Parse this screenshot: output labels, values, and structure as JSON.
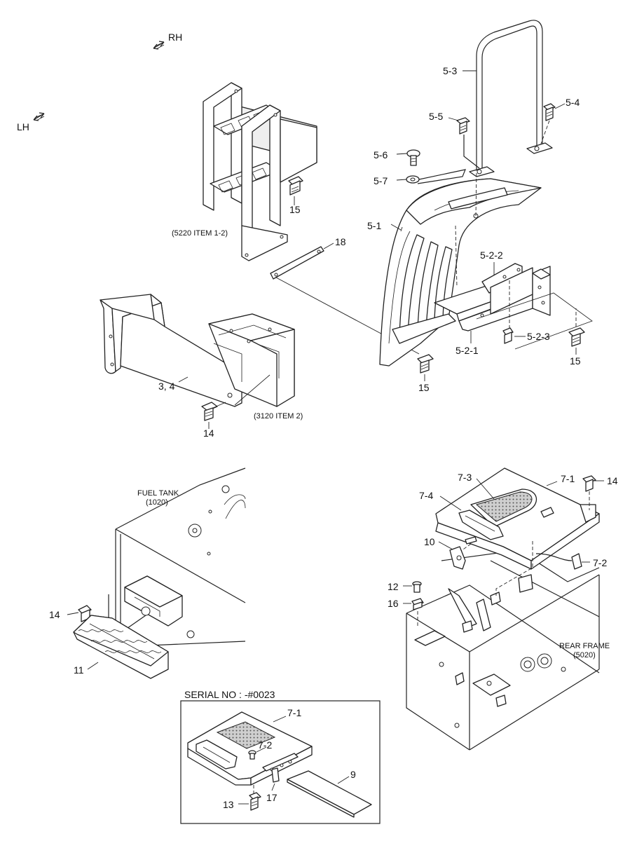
{
  "directions": {
    "rh": "RH",
    "lh": "LH"
  },
  "notes": {
    "ref_5220": "(5220 ITEM 1-2)",
    "ref_3120": "(3120 ITEM 2)",
    "fuel_tank_1": "FUEL TANK",
    "fuel_tank_2": "(1020)",
    "rear_frame_1": "REAR FRAME",
    "rear_frame_2": "(5020)"
  },
  "inset": {
    "header": "SERIAL NO : -#0023"
  },
  "callouts": {
    "c_5_3": "5-3",
    "c_5_4": "5-4",
    "c_5_5": "5-5",
    "c_5_6": "5-6",
    "c_5_7": "5-7",
    "c_5_1": "5-1",
    "c_5_2_2": "5-2-2",
    "c_5_2_3": "5-2-3",
    "c_5_2_1": "5-2-1",
    "c_15_a": "15",
    "c_15_b": "15",
    "c_15_c": "15",
    "c_18": "18",
    "c_3_4": "3, 4",
    "c_14_a": "14",
    "c_7_3": "7-3",
    "c_7_1": "7-1",
    "c_14_b": "14",
    "c_7_4": "7-4",
    "c_10": "10",
    "c_7_2": "7-2",
    "c_12": "12",
    "c_16": "16",
    "c_14_c": "14",
    "c_11": "11",
    "i_7_1": "7-1",
    "i_7_2": "7-2",
    "i_9": "9",
    "i_13": "13",
    "i_17": "17"
  }
}
